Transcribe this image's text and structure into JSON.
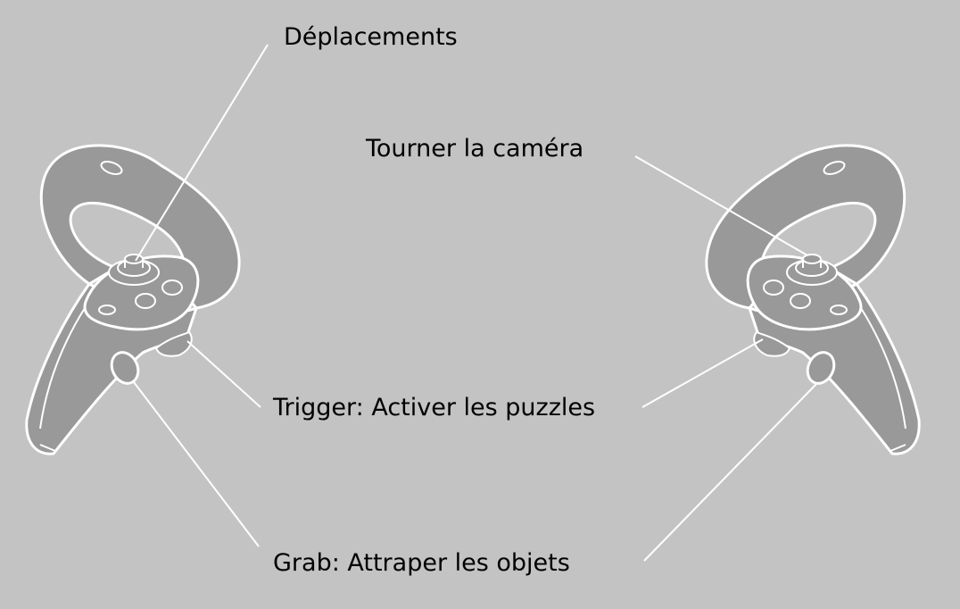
{
  "labels": {
    "move": "Déplacements",
    "camera": "Tourner la caméra",
    "trigger": "Trigger: Activer les puzzles",
    "grab": "Grab: Attraper les objets"
  },
  "colors": {
    "background": "#c3c3c3",
    "controller_fill": "#999999",
    "outline": "#ffffff",
    "text": "#000000"
  },
  "icons": [
    "left-controller-icon",
    "right-controller-icon"
  ]
}
